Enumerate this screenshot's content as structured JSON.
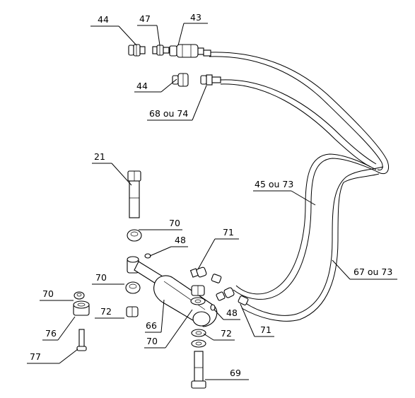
{
  "callouts": [
    {
      "id": "c44a",
      "text": "44"
    },
    {
      "id": "c47",
      "text": "47"
    },
    {
      "id": "c43",
      "text": "43"
    },
    {
      "id": "c44b",
      "text": "44"
    },
    {
      "id": "c68",
      "text": "68 ou 74"
    },
    {
      "id": "c21",
      "text": "21"
    },
    {
      "id": "c45",
      "text": "45 ou 73"
    },
    {
      "id": "c70a",
      "text": "70"
    },
    {
      "id": "c71a",
      "text": "71"
    },
    {
      "id": "c48a",
      "text": "48"
    },
    {
      "id": "c70b",
      "text": "70"
    },
    {
      "id": "c67",
      "text": "67 ou 73"
    },
    {
      "id": "c70c",
      "text": "70"
    },
    {
      "id": "c72a",
      "text": "72"
    },
    {
      "id": "c48b",
      "text": "48"
    },
    {
      "id": "c76",
      "text": "76"
    },
    {
      "id": "c66",
      "text": "66"
    },
    {
      "id": "c72b",
      "text": "72"
    },
    {
      "id": "c71b",
      "text": "71"
    },
    {
      "id": "c70d",
      "text": "70"
    },
    {
      "id": "c77",
      "text": "77"
    },
    {
      "id": "c69",
      "text": "69"
    }
  ]
}
